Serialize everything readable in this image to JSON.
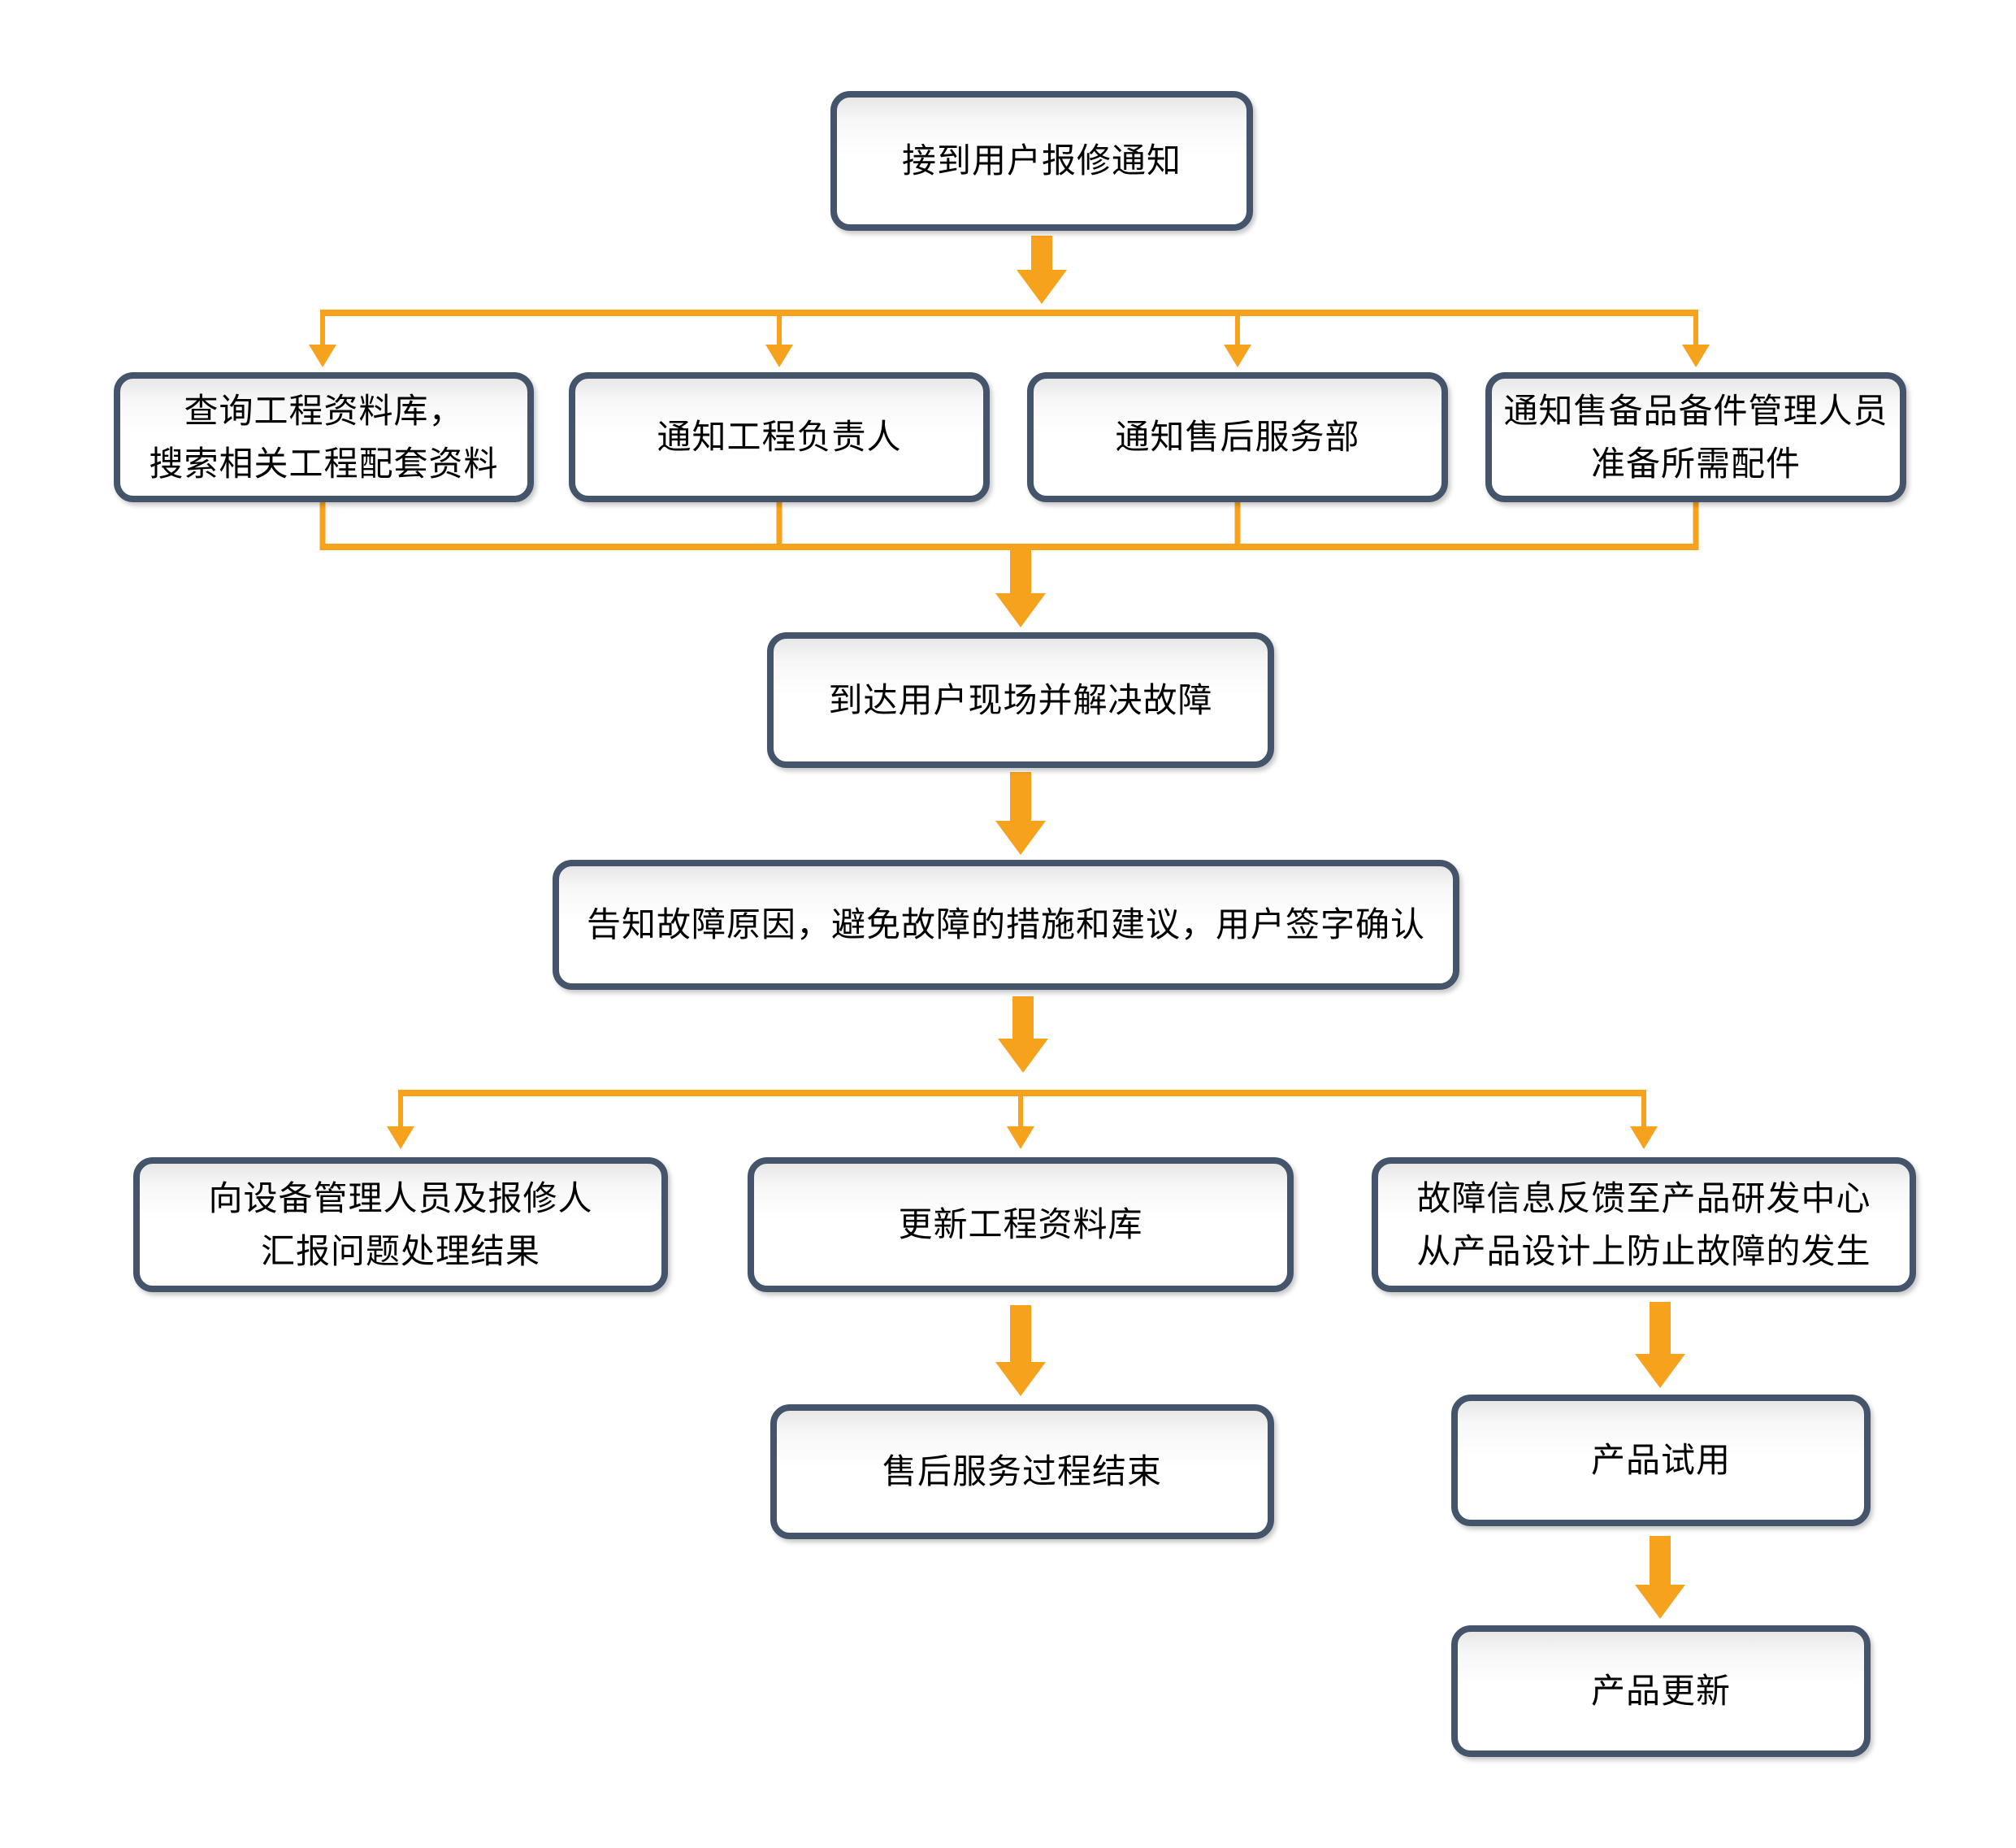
{
  "colors": {
    "accent_orange": "#F6A21D",
    "box_border": "#44546A",
    "text": "#000000",
    "background": "#FFFFFF"
  },
  "nodes": {
    "receive": {
      "label": "接到用户报修通知"
    },
    "query_db": {
      "label": "查询工程资料库，\n搜索相关工程配套资料"
    },
    "notify_lead": {
      "label": "通知工程负责人"
    },
    "notify_service": {
      "label": "通知售后服务部"
    },
    "notify_parts": {
      "label": "通知售备品备件管理人员\n准备所需配件"
    },
    "arrive_site": {
      "label": "到达用户现场并解决故障"
    },
    "inform_user": {
      "label": "告知故障原因，避免故障的措施和建议，用户签字确认"
    },
    "report_result": {
      "label": "向设备管理人员及报修人\n汇报问题处理结果"
    },
    "update_db": {
      "label": "更新工程资料库"
    },
    "feedback_rd": {
      "label": "故障信息反馈至产品研发中心\n从产品设计上防止故障的发生"
    },
    "service_end": {
      "label": "售后服务过程结束"
    },
    "product_trial": {
      "label": "产品试用"
    },
    "product_update": {
      "label": "产品更新"
    }
  }
}
